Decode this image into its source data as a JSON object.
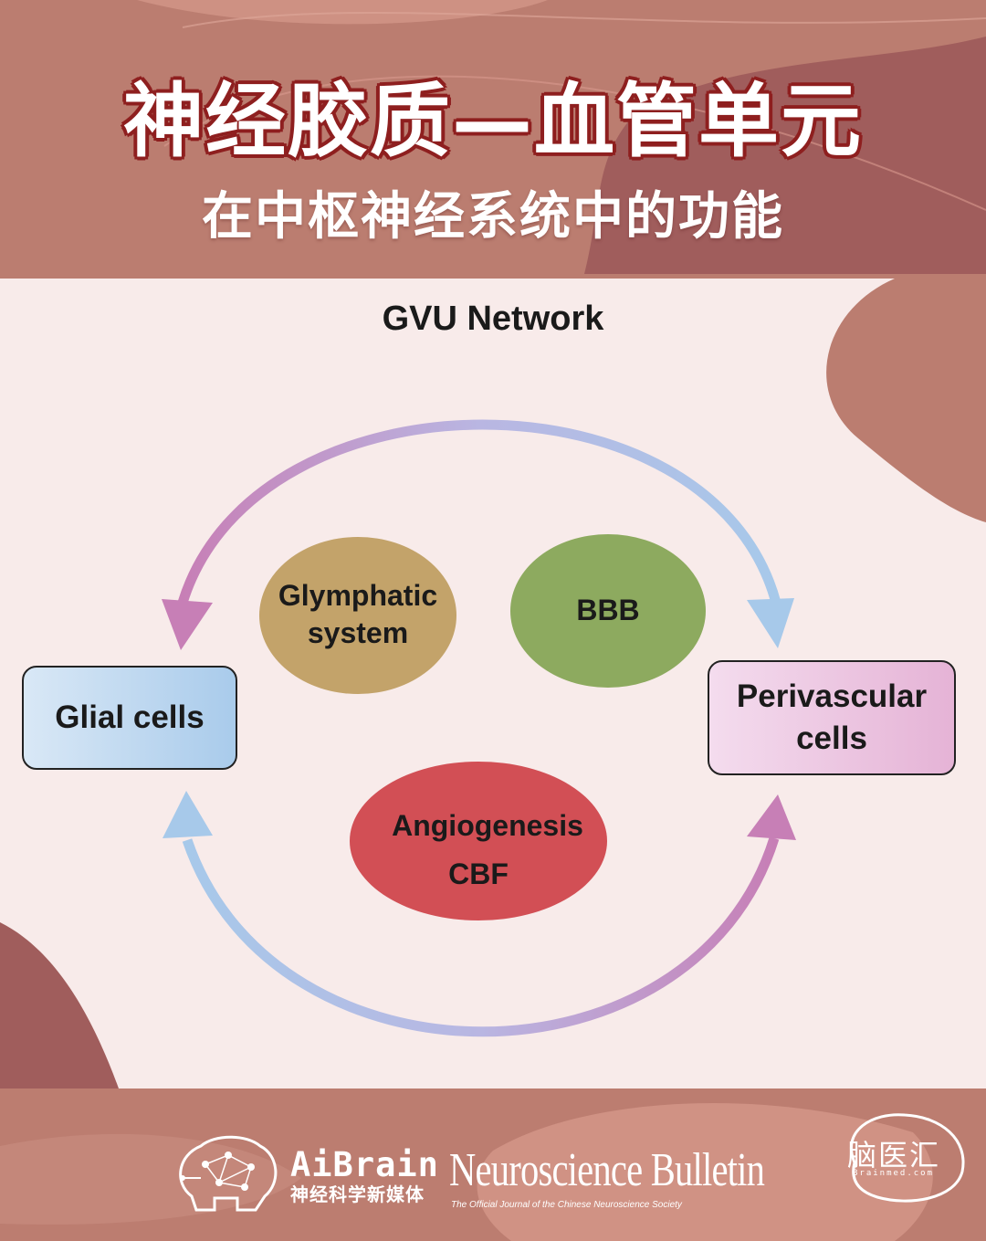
{
  "header": {
    "title": "神经胶质—血管单元",
    "subtitle": "在中枢神经系统中的功能"
  },
  "diagram": {
    "title": "GVU Network",
    "nodes": {
      "glial": "Glial cells",
      "perivascular": "Perivascular\ncells",
      "glymphatic_line1": "Glymphatic",
      "glymphatic_line2": "system",
      "bbb": "BBB",
      "angiogenesis_line1": "Angiogenesis",
      "angiogenesis_line2": "CBF"
    },
    "colors": {
      "glymphatic": "#c3a36a",
      "bbb": "#8daa5f",
      "angiogenesis": "#d24f55",
      "arrow_pink": "#c77fb6",
      "arrow_blue": "#a7c9ea"
    }
  },
  "footer": {
    "aibrain_name": "AiBrain",
    "aibrain_sub": "神经科学新媒体",
    "journal_title": "Neuroscience Bulletin",
    "journal_sub": "The Official Journal of  the Chinese Neuroscience Society",
    "naoyihui": "脑医汇",
    "naoyihui_url": "Brainmed.com"
  }
}
